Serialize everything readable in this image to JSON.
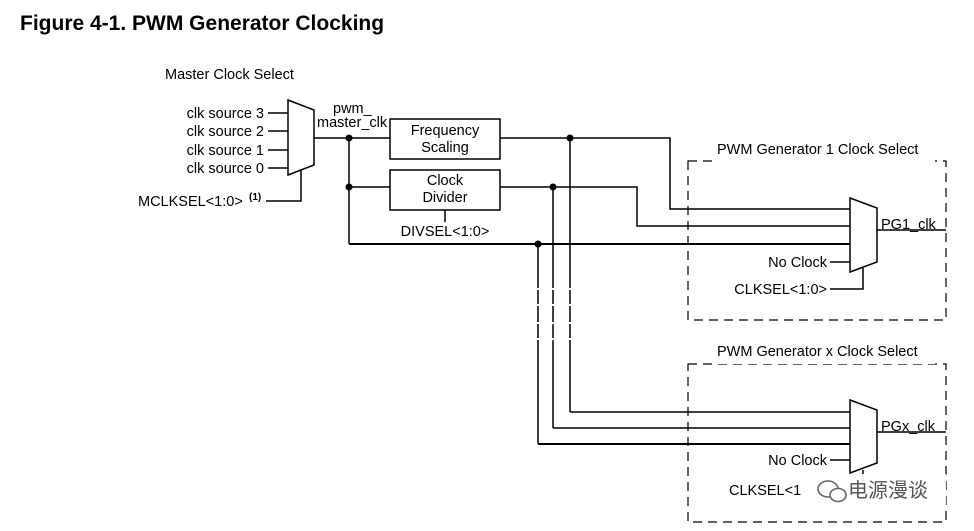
{
  "title": "Figure 4-1.  PWM Generator Clocking",
  "master": {
    "heading": "Master Clock Select",
    "inputs": [
      "clk source 3",
      "clk source 2",
      "clk source 1",
      "clk source 0"
    ],
    "sel_label": "MCLKSEL<1:0>",
    "sel_note": "(1)",
    "out_label_1": "pwm_",
    "out_label_2": "master_clk"
  },
  "blocks": {
    "freq_line1": "Frequency",
    "freq_line2": "Scaling",
    "div_line1": "Clock",
    "div_line2": "Divider",
    "divsel": "DIVSEL<1:0>"
  },
  "pg1": {
    "heading": "PWM Generator 1 Clock Select",
    "output": "PG1_clk",
    "no_clock": "No Clock",
    "sel": "CLKSEL<1:0>"
  },
  "pgx": {
    "heading": "PWM Generator x Clock Select",
    "output": "PGx_clk",
    "no_clock": "No Clock",
    "sel": "CLKSEL<1"
  },
  "watermark": "电源漫谈"
}
